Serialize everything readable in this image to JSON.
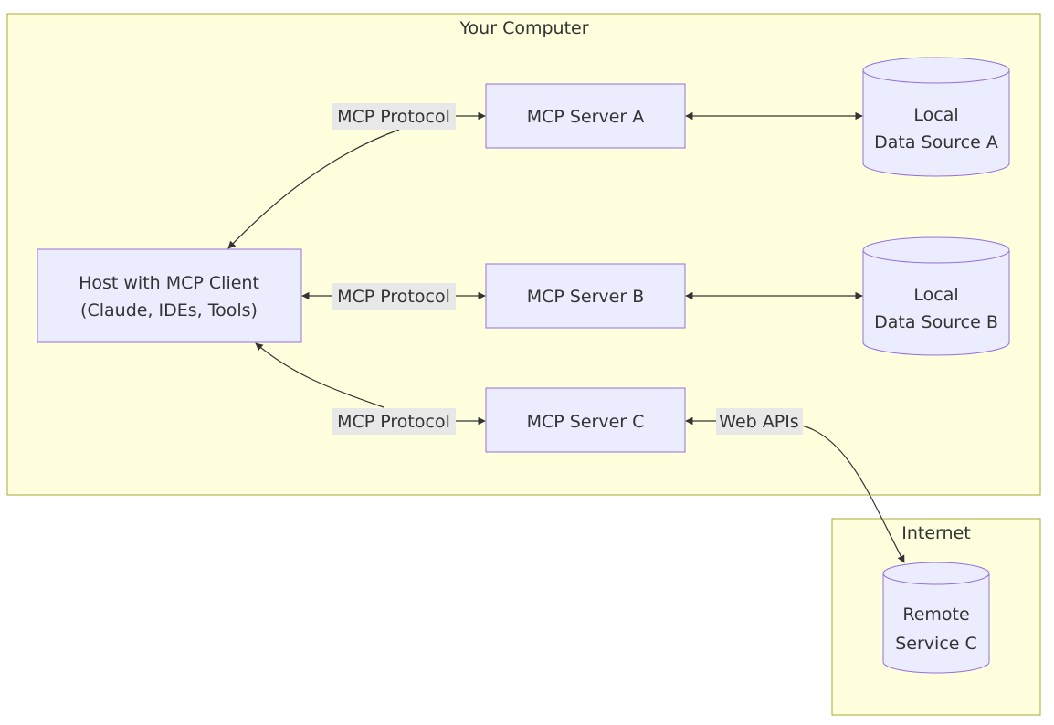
{
  "clusters": {
    "your_computer": "Your Computer",
    "internet": "Internet"
  },
  "nodes": {
    "host_line1": "Host with MCP Client",
    "host_line2": "(Claude, IDEs, Tools)",
    "server_a": "MCP Server A",
    "server_b": "MCP Server B",
    "server_c": "MCP Server C",
    "data_a_line1": "Local",
    "data_a_line2": "Data Source A",
    "data_b_line1": "Local",
    "data_b_line2": "Data Source B",
    "remote_line1": "Remote",
    "remote_line2": "Service C"
  },
  "edges": {
    "protocol_a": "MCP Protocol",
    "protocol_b": "MCP Protocol",
    "protocol_c": "MCP Protocol",
    "web_apis": "Web APIs"
  },
  "colors": {
    "cluster_fill": "#ffffde",
    "cluster_stroke": "#aaaa33",
    "node_fill": "#ececff",
    "node_stroke": "#9370db",
    "edge_label_bg": "#e8e8e8",
    "text": "#333333"
  }
}
